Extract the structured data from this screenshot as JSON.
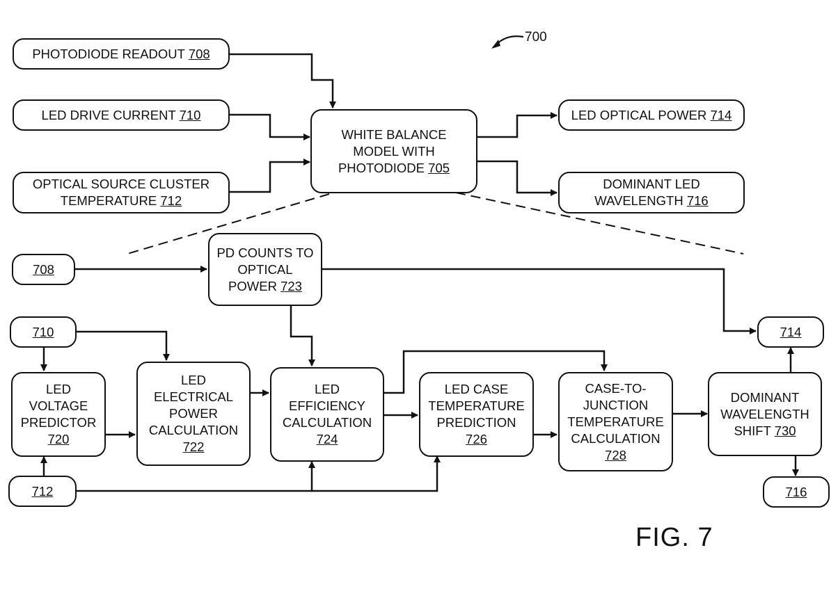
{
  "figure": {
    "label": "FIG. 7",
    "reference": "700"
  },
  "top_diagram": {
    "inputs": [
      {
        "id": "708",
        "text": "PHOTODIODE READOUT ",
        "ref": "708"
      },
      {
        "id": "710",
        "text": "LED DRIVE CURRENT ",
        "ref": "710"
      },
      {
        "id": "712",
        "text": "OPTICAL SOURCE CLUSTER\nTEMPERATURE ",
        "ref": "712"
      }
    ],
    "model": {
      "id": "705",
      "text": "WHITE BALANCE\nMODEL WITH\nPHOTODIODE ",
      "ref": "705"
    },
    "outputs": [
      {
        "id": "714",
        "text": "LED OPTICAL POWER ",
        "ref": "714"
      },
      {
        "id": "716",
        "text": "DOMINANT LED\nWAVELENGTH ",
        "ref": "716"
      }
    ]
  },
  "detail_diagram": {
    "inputs": [
      {
        "id": "708",
        "ref": "708"
      },
      {
        "id": "710",
        "ref": "710"
      },
      {
        "id": "712",
        "ref": "712"
      }
    ],
    "blocks": [
      {
        "id": "723",
        "text": "PD COUNTS TO\nOPTICAL\nPOWER ",
        "ref": "723"
      },
      {
        "id": "720",
        "text": "LED\nVOLTAGE\nPREDICTOR\n",
        "ref": "720"
      },
      {
        "id": "722",
        "text": "LED\nELECTRICAL\nPOWER\nCALCULATION\n",
        "ref": "722"
      },
      {
        "id": "724",
        "text": "LED\nEFFICIENCY\nCALCULATION\n",
        "ref": "724"
      },
      {
        "id": "726",
        "text": "LED CASE\nTEMPERATURE\nPREDICTION\n",
        "ref": "726"
      },
      {
        "id": "728",
        "text": "CASE-TO-\nJUNCTION\nTEMPERATURE\nCALCULATION\n",
        "ref": "728"
      },
      {
        "id": "730",
        "text": "DOMINANT\nWAVELENGTH\nSHIFT ",
        "ref": "730"
      }
    ],
    "outputs": [
      {
        "id": "714",
        "ref": "714"
      },
      {
        "id": "716",
        "ref": "716"
      }
    ]
  }
}
